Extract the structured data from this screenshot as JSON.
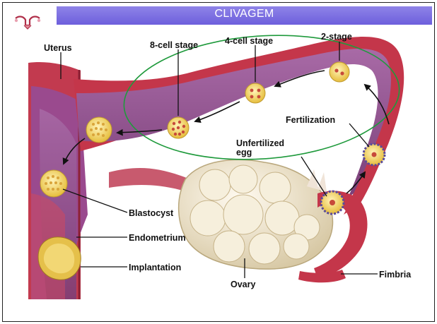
{
  "slide": {
    "title": "CLIVAGEM"
  },
  "labels": {
    "uterus": "Uterus",
    "eight_cell": "8-cell stage",
    "four_cell": "4-cell stage",
    "two_stage": "2-stage",
    "fertilization": "Fertilization",
    "unfertilized_line1": "Unfertilized",
    "unfertilized_line2": "egg",
    "blastocyst": "Blastocyst",
    "endometrium": "Endometrium",
    "implantation": "Implantation",
    "ovary": "Ovary",
    "fimbria": "Fimbria"
  },
  "colors": {
    "title_bar": "#7568e0",
    "tube_outer": "#c4364a",
    "tube_inner": "#8e4f8a",
    "ellipse": "#1f9a3c",
    "cell_fill": "#f3d86e",
    "ovary": "#efe6cf",
    "arrow": "#111111"
  }
}
